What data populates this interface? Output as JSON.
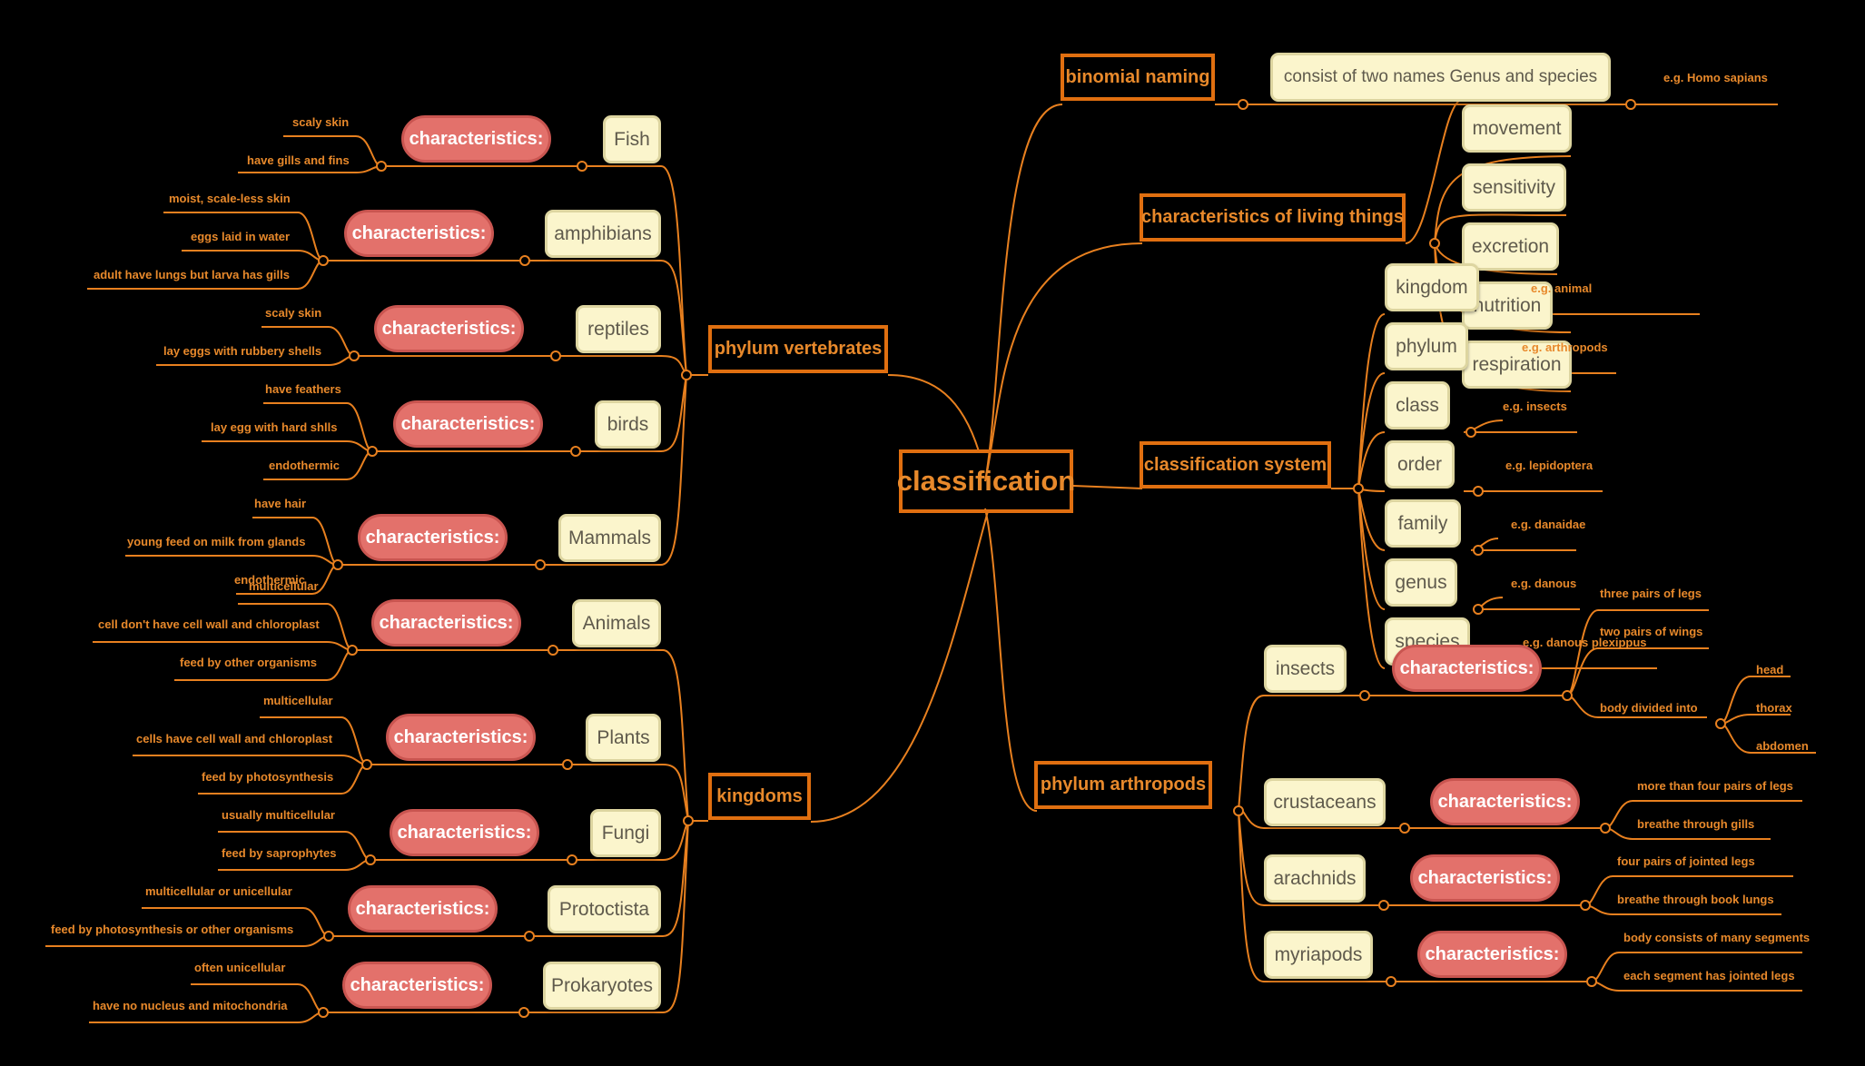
{
  "central": "classification",
  "branches": {
    "binomial": "binomial naming",
    "characteristics_living": "characteristics of living things",
    "classification_system": "classification system",
    "phylum_arthropods": "phylum arthropods",
    "phylum_vertebrates": "phylum vertebrates",
    "kingdoms": "kingdoms"
  },
  "binomial_naming": {
    "description": "consist of two names Genus and species",
    "example": "e.g. Homo sapians"
  },
  "living_characteristics": [
    "movement",
    "sensitivity",
    "excretion",
    "nutrition",
    "respiration"
  ],
  "classification_levels": [
    {
      "name": "kingdom",
      "example": "e.g. animal"
    },
    {
      "name": "phylum",
      "example": "e.g. arthropods"
    },
    {
      "name": "class",
      "example": "e.g. insects"
    },
    {
      "name": "order",
      "example": "e.g. lepidoptera"
    },
    {
      "name": "family",
      "example": "e.g. danaidae"
    },
    {
      "name": "genus",
      "example": "e.g. danous"
    },
    {
      "name": "species",
      "example": "e.g. danous plexippus"
    }
  ],
  "characteristics_label": "characteristics:",
  "arthropods": [
    {
      "name": "insects",
      "traits": [
        "three pairs of legs",
        "two pairs of wings",
        "body divided into"
      ],
      "body_parts": [
        "head",
        "thorax",
        "abdomen"
      ]
    },
    {
      "name": "crustaceans",
      "traits": [
        "more than four pairs of legs",
        "breathe through gills"
      ]
    },
    {
      "name": "arachnids",
      "traits": [
        "four pairs of jointed legs",
        "breathe through book lungs"
      ]
    },
    {
      "name": "myriapods",
      "traits": [
        "body consists of many segments",
        "each segment has jointed legs"
      ]
    }
  ],
  "vertebrates": [
    {
      "name": "Fish",
      "traits": [
        "scaly skin",
        "have gills and fins"
      ]
    },
    {
      "name": "amphibians",
      "traits": [
        "moist, scale-less skin",
        "eggs laid in water",
        "adult have lungs but larva has gills"
      ]
    },
    {
      "name": "reptiles",
      "traits": [
        "scaly skin",
        "lay eggs with rubbery shells"
      ]
    },
    {
      "name": "birds",
      "traits": [
        "have feathers",
        "lay egg with hard shlls",
        "endothermic"
      ]
    },
    {
      "name": "Mammals",
      "traits": [
        "have hair",
        "young feed on milk from glands",
        "endothermic"
      ]
    }
  ],
  "kingdom_list": [
    {
      "name": "Animals",
      "traits": [
        "multicellular",
        "cell don't have cell wall and chloroplast",
        "feed by other organisms"
      ]
    },
    {
      "name": "Plants",
      "traits": [
        "multicellular",
        "cells have cell wall and chloroplast",
        "feed by photosynthesis"
      ]
    },
    {
      "name": "Fungi",
      "traits": [
        "usually multicellular",
        "feed by saprophytes"
      ]
    },
    {
      "name": "Protoctista",
      "traits": [
        "multicellular or unicellular",
        "feed by photosynthesis or other organisms"
      ]
    },
    {
      "name": "Prokaryotes",
      "traits": [
        "often unicellular",
        "have no nucleus and mitochondria"
      ]
    }
  ],
  "colors": {
    "background": "#000000",
    "line": "#e8801f",
    "topic_border": "#e06f10",
    "subtopic_fill": "#fbf5cc",
    "pill_fill": "#e3716b"
  }
}
